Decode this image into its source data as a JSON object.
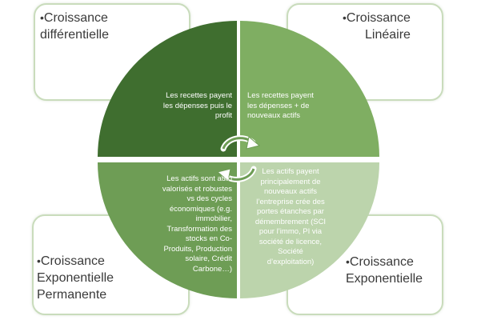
{
  "colors": {
    "quadrant_top_left": "#3f6e2f",
    "quadrant_top_right": "#7fae62",
    "quadrant_bottom_left": "#6e9d55",
    "quadrant_bottom_right": "#bcd4ac",
    "box_border": "#c9dcbc",
    "cycle_arrow": "#5f8a47"
  },
  "boxes": {
    "top_left": {
      "bullet": "•",
      "label": "Croissance\ndifférentielle"
    },
    "top_right": {
      "bullet": "•",
      "label": "Croissance\nLinéaire"
    },
    "bottom_left": {
      "bullet": "•",
      "label": "Croissance\nExponentielle\nPermanente"
    },
    "bottom_right": {
      "bullet": "•",
      "label": "Croissance\nExponentielle"
    }
  },
  "quadrants": {
    "top_left": "Les recettes payent\nles dépenses puis le\nprofit",
    "top_right": "Les recettes payent\nles dépenses + de\nnouveaux actifs",
    "bottom_left": "Les actifs sont auto\nvalorisés et robustes\nvs des cycles\néconomiques (e.g.\nimmobilier,\nTransformation des\nstocks en Co-\nProduits, Production\nsolaire, Crédit\nCarbone…)",
    "bottom_right": "Les actifs payent\nprincipalement de\nnouveaux actifs\nl’entreprise crée des\nportes étanches par\ndémembrement (SCI\npour l’immo, PI via\nsociété de licence,\nSociété\nd’exploitation)"
  }
}
